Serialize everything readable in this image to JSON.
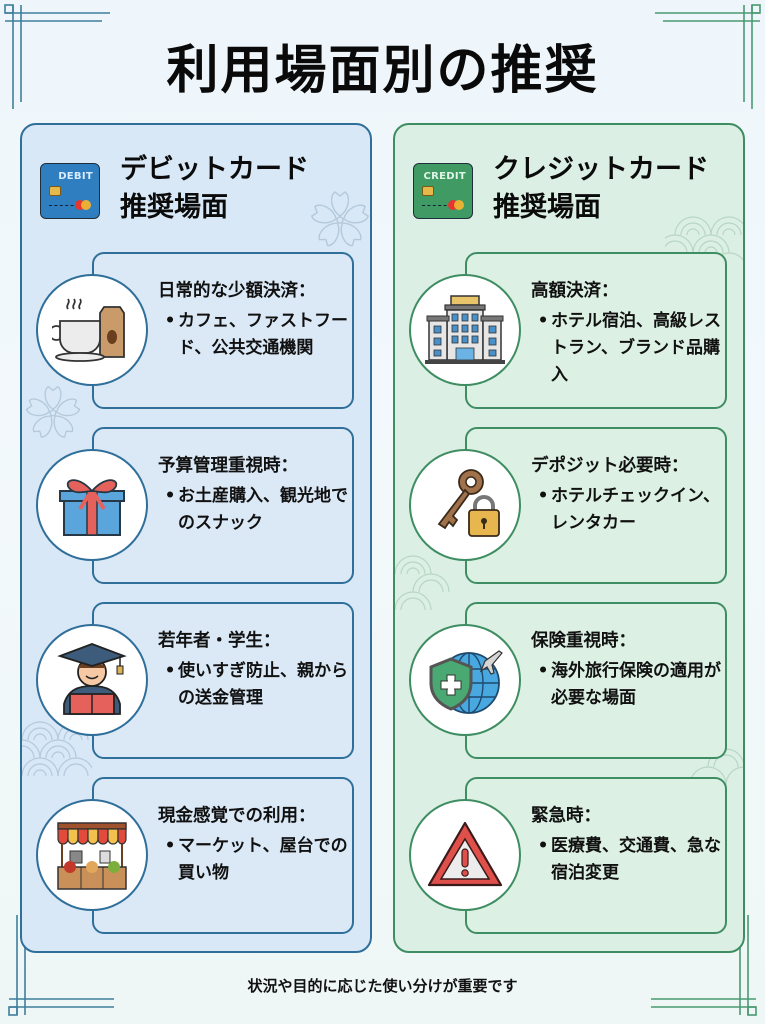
{
  "title": "利用場面別の推奨",
  "colors": {
    "debit_accent": "#2f6f9a",
    "debit_bg": "#d9e8f6",
    "credit_accent": "#3f8d62",
    "credit_bg": "#dcefe4"
  },
  "debit": {
    "card_label": "DEBIT",
    "title_line1": "デビットカード",
    "title_line2": "推奨場面",
    "items": [
      {
        "icon": "coffee-icon",
        "heading": "日常的な少額決済：",
        "bullet": "カフェ、ファストフード、公共交通機関"
      },
      {
        "icon": "gift-icon",
        "heading": "予算管理重視時：",
        "bullet": "お土産購入、観光地でのスナック"
      },
      {
        "icon": "student-icon",
        "heading": "若年者・学生：",
        "bullet": "使いすぎ防止、親からの送金管理"
      },
      {
        "icon": "market-stall-icon",
        "heading": "現金感覚での利用：",
        "bullet": "マーケット、屋台での買い物"
      }
    ]
  },
  "credit": {
    "card_label": "CREDIT",
    "title_line1": "クレジットカード",
    "title_line2": "推奨場面",
    "items": [
      {
        "icon": "hotel-icon",
        "heading": "高額決済：",
        "bullet": "ホテル宿泊、高級レストラン、ブランド品購入"
      },
      {
        "icon": "key-lock-icon",
        "heading": "デポジット必要時：",
        "bullet": "ホテルチェックイン、レンタカー"
      },
      {
        "icon": "insurance-globe-icon",
        "heading": "保険重視時：",
        "bullet": "海外旅行保険の適用が必要な場面"
      },
      {
        "icon": "warning-icon",
        "heading": "緊急時：",
        "bullet": "医療費、交通費、急な宿泊変更"
      }
    ]
  },
  "bullet_glyph": "•",
  "footer": "状況や目的に応じた使い分けが重要です"
}
